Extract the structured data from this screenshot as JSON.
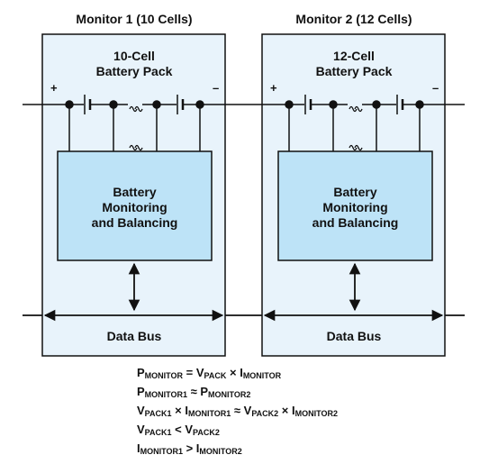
{
  "monitor1": {
    "title": "Monitor 1 (10 Cells)",
    "pack_line1": "10-Cell",
    "pack_line2": "Battery Pack",
    "plus": "+",
    "minus": "–",
    "block_line1": "Battery",
    "block_line2": "Monitoring",
    "block_line3": "and Balancing",
    "bus_label": "Data Bus"
  },
  "monitor2": {
    "title": "Monitor 2 (12 Cells)",
    "pack_line1": "12-Cell",
    "pack_line2": "Battery Pack",
    "plus": "+",
    "minus": "–",
    "block_line1": "Battery",
    "block_line2": "Monitoring",
    "block_line3": "and Balancing",
    "bus_label": "Data Bus"
  },
  "equations": {
    "P": "P",
    "I": "I",
    "V": "V",
    "MONITOR": "MONITOR",
    "PACK": "PACK",
    "MONITOR1": "MONITOR1",
    "MONITOR2": "MONITOR2",
    "PACK1": "PACK1",
    "PACK2": "PACK2",
    "eq": " = ",
    "times": " × ",
    "approx": " ≈ ",
    "lt": " < ",
    "gt": " > "
  },
  "colors": {
    "panel_fill": "#e8f3fb",
    "block_fill": "#bde3f7",
    "stroke": "#111111"
  }
}
